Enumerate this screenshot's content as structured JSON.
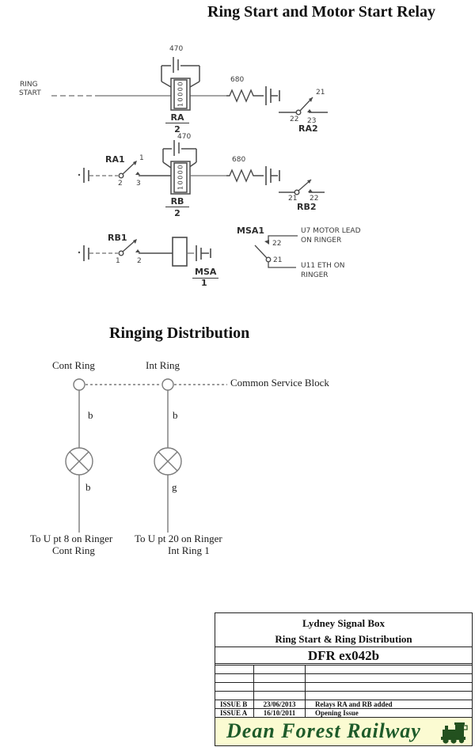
{
  "header": {
    "title": "Ring Start and Motor Start Relay"
  },
  "schematic": {
    "ring_start": {
      "line1": "RING",
      "line2": "START"
    },
    "relay_ra": {
      "cap_value": "470",
      "coil_resistance": "10000",
      "name": "RA",
      "contacts": "2"
    },
    "row1": {
      "resistor": "680"
    },
    "contact_ra2": {
      "name": "RA2",
      "t21": "21",
      "t22": "22",
      "t23": "23"
    },
    "contact_ra1": {
      "name": "RA1",
      "t1": "1",
      "t2": "2",
      "t3": "3"
    },
    "relay_rb": {
      "cap_value": "470",
      "coil_resistance": "10000",
      "name": "RB",
      "contacts": "2"
    },
    "row2": {
      "resistor": "680"
    },
    "contact_rb2": {
      "name": "RB2",
      "t21": "21",
      "t22": "22"
    },
    "contact_rb1": {
      "name": "RB1",
      "t1": "1",
      "t2": "2"
    },
    "relay_msa": {
      "name": "MSA",
      "contacts": "1"
    },
    "contact_msa1": {
      "name": "MSA1",
      "t22": "22",
      "t21": "21",
      "dest22_line1": "U7 MOTOR LEAD",
      "dest22_line2": "ON RINGER",
      "dest21_line1": "U11 ETH ON",
      "dest21_line2": "RINGER"
    }
  },
  "distribution": {
    "title": "Ringing Distribution",
    "common_label": "Common Service Block",
    "branches": [
      {
        "top_label": "Cont Ring",
        "wire_top": "b",
        "wire_bottom": "b",
        "dest_line1": "To U pt 8 on Ringer",
        "dest_line2": "Cont Ring"
      },
      {
        "top_label": "Int Ring",
        "wire_top": "b",
        "wire_bottom": "g",
        "dest_line1": "To U pt 20 on Ringer",
        "dest_line2": "Int Ring 1"
      }
    ]
  },
  "title_block": {
    "org_line1": "Lydney Signal Box",
    "org_line2": "Ring Start & Ring Distribution",
    "drawing_number": "DFR ex042b",
    "issues": [
      {
        "issue": "ISSUE B",
        "date": "23/06/2013",
        "description": "Relays RA and RB added"
      },
      {
        "issue": "ISSUE A",
        "date": "16/10/2011",
        "description": "Opening Issue"
      }
    ],
    "banner_name": "Dean Forest Railway",
    "colors": {
      "banner_bg": "#FBFBD2",
      "banner_text": "#1E5B2A"
    }
  }
}
